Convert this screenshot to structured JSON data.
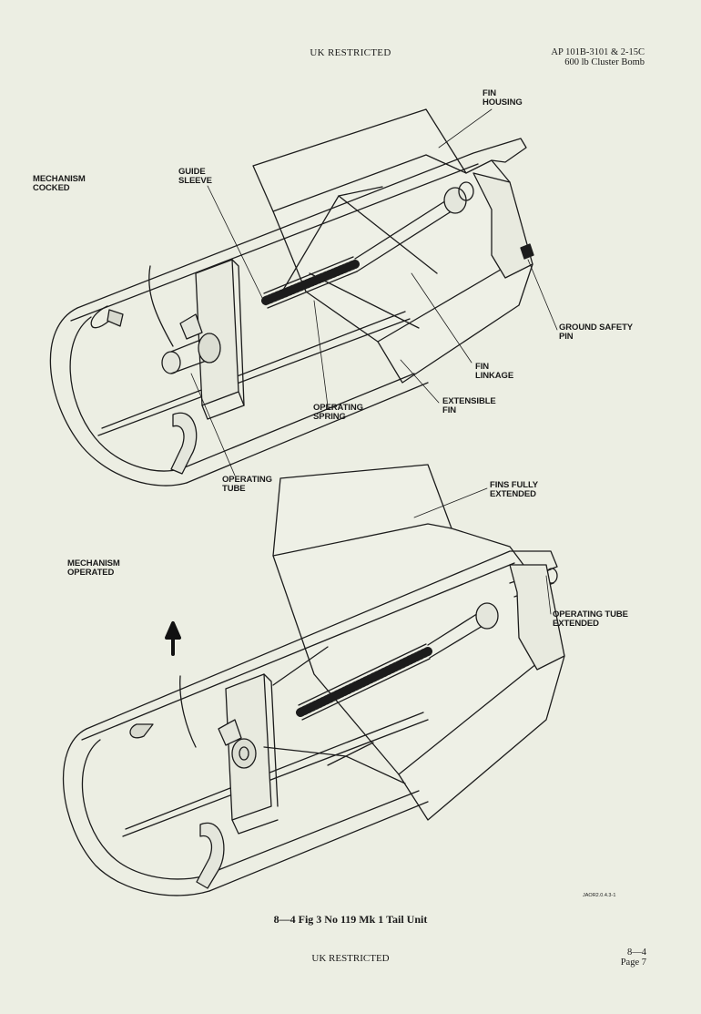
{
  "header": {
    "classification": "UK RESTRICTED",
    "doc_ref": "AP 101B-3101 & 2-15C",
    "doc_subtitle": "600 lb Cluster Bomb"
  },
  "labels": {
    "mechanism_cocked": [
      "MECHANISM",
      "COCKED"
    ],
    "guide_sleeve": [
      "GUIDE",
      "SLEEVE"
    ],
    "fin_housing": [
      "FIN",
      "HOUSING"
    ],
    "ground_safety_pin": [
      "GROUND SAFETY",
      "PIN"
    ],
    "fin_linkage": [
      "FIN",
      "LINKAGE"
    ],
    "extensible_fin": [
      "EXTENSIBLE",
      "FIN"
    ],
    "operating_spring": [
      "OPERATING",
      "SPRING"
    ],
    "operating_tube": [
      "OPERATING",
      "TUBE"
    ],
    "fins_fully_extended": [
      "FINS FULLY",
      "EXTENDED"
    ],
    "mechanism_operated": [
      "MECHANISM",
      "OPERATED"
    ],
    "operating_tube_extended": [
      "OPERATING TUBE",
      "EXTENDED"
    ]
  },
  "drawing_ref": "JAOR2.0.4.3-1",
  "caption": "8—4 Fig 3  No 119 Mk 1 Tail Unit",
  "footer": {
    "classification": "UK RESTRICTED",
    "section": "8—4",
    "page": "Page 7"
  }
}
